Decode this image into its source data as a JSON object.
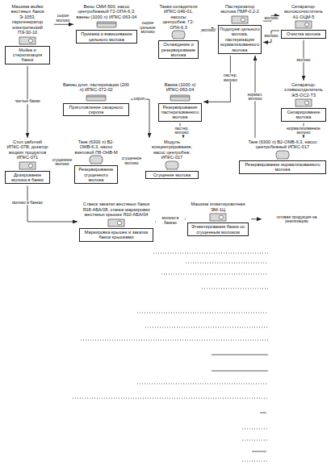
{
  "diagram": {
    "nodes": [
      {
        "text": [
          "Машина мойки жестяных банок Э-1053, парогенератор электрический ПЭ-30-10",
          "Мойка и стерилизация банок"
        ]
      },
      {
        "text": [
          "Весы СМИ-500, насос центробежный Г2-ОПА-6,3, ванны (1000 л) ИПКС-063-04",
          "Приемка и взвешивание цельного молока"
        ]
      },
      {
        "text": [
          "Танки-охладители ИПКС-046-01, насосы центробеж. Г2-ОПА-6,3",
          "Охлаждение и резервирование молока"
        ]
      },
      {
        "text": [
          "Пастеризатор молока ПМР-0,2-2",
          "Подогрев цельного молока, пастеризация нормализованного молока"
        ]
      },
      {
        "text": [
          "Сепаратор-молокоочиститель А1-ОЦМ-5",
          "Очистка молока"
        ]
      },
      {
        "text": [
          "Ванны длит. пастеризации (200 л) ИПКС-072-02",
          "Приготовление сахарного сиропа"
        ]
      },
      {
        "text": [
          "Ванна (1000 л) ИПКС-063-04",
          "Резервирование пастеризованного молока"
        ]
      },
      {
        "text": [
          "Сепаратор-сливкоотделитель Ж5-ОС2-Т3",
          "Сепарирование молока"
        ]
      },
      {
        "text": [
          "Стол рабочий ИПКС-07В, дозатор жидких продуктов ИПКС-071",
          "Дозирование молока в банки"
        ]
      },
      {
        "text": [
          "Танк (6300 л) В2-ОМВ-6,3, насос винтовой П8-ОНВ-М",
          "Резервирование сгущенного молока"
        ]
      },
      {
        "text": [
          "Модуль концентрирования, насос центробеж. ИПКС-017",
          "Сгущение молока"
        ]
      },
      {
        "text": [
          "Танк (6300 л) В2-ОМВ-6,3, насос центробежный ИПКС-017",
          "Резервирование нормализованного молока"
        ]
      },
      {
        "text": [
          "Станок закатки жестяных банок Я18-АБА/08, станок маркировки жестяных крышек Я10-АБА/04",
          "Маркировка крышек и закатка банок крышками"
        ]
      },
      {
        "text": [
          "Машина этикетировочная ЭМ-1Ц",
          "Этикетирование банок со сгущенным молоком"
        ]
      }
    ],
    "edges": [
      {
        "from": 0,
        "to": 8,
        "label": "чистые банки",
        "arrow": "to"
      },
      {
        "from": 1,
        "to": 2,
        "label": "сырое цельное молоко",
        "arrow": "to"
      },
      {
        "from": 2,
        "to": 3,
        "label": "молоко",
        "arrow": "to"
      },
      {
        "from": 3,
        "to": 4,
        "label": "молоко",
        "arrow": "to"
      },
      {
        "from": 4,
        "to": 3,
        "label": "молоко",
        "arrow": "to"
      },
      {
        "from": 4,
        "to": 7,
        "label": "молоко",
        "arrow": "to"
      },
      {
        "from": 7,
        "to": 11,
        "label": "нормализованное молоко",
        "arrow": "to"
      },
      {
        "from": 11,
        "to": 3,
        "label": "нормал. молоко",
        "arrow": "to"
      },
      {
        "from": 3,
        "to": 6,
        "label": "пастер. молоко",
        "arrow": "to"
      },
      {
        "from": 6,
        "to": 10,
        "label": "пастер. молоко",
        "arrow": "to"
      },
      {
        "from": 5,
        "to": 10,
        "label": "сироп",
        "arrow": "to"
      },
      {
        "from": 10,
        "to": 9,
        "label": "сгущенное молоко",
        "arrow": "to"
      },
      {
        "from": 9,
        "to": 8,
        "label": "сгущенное молоко",
        "arrow": "to"
      },
      {
        "from": 8,
        "to": 12,
        "label": "молоко в банках",
        "arrow": "to"
      },
      {
        "from": 12,
        "to": 13,
        "label": "молоко в банках",
        "arrow": "to"
      }
    ],
    "labels": [
      "сырое молоко",
      "готовая продукция на реализацию"
    ]
  }
}
